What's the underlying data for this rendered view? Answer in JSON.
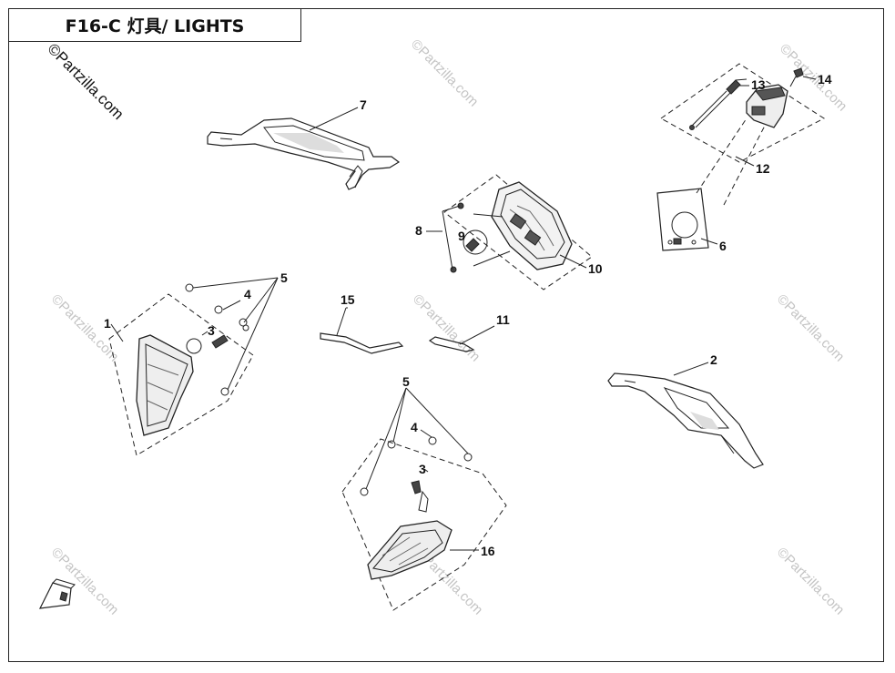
{
  "title": "F16-C  灯具/ LIGHTS",
  "copyright": "©Partzilla.com",
  "watermark": "©Partzilla.com",
  "callouts": {
    "c1": "1",
    "c2": "2",
    "c3a": "3",
    "c3b": "3",
    "c4a": "4",
    "c4b": "4",
    "c5a": "5",
    "c5b": "5",
    "c6": "6",
    "c7": "7",
    "c8": "8",
    "c9": "9",
    "c10": "10",
    "c11": "11",
    "c12": "12",
    "c13": "13",
    "c14": "14",
    "c15": "15",
    "c16": "16"
  },
  "direction_icon": "fwd-arrow-icon",
  "colors": {
    "line": "#222222",
    "watermark": "#c4c4c4"
  }
}
